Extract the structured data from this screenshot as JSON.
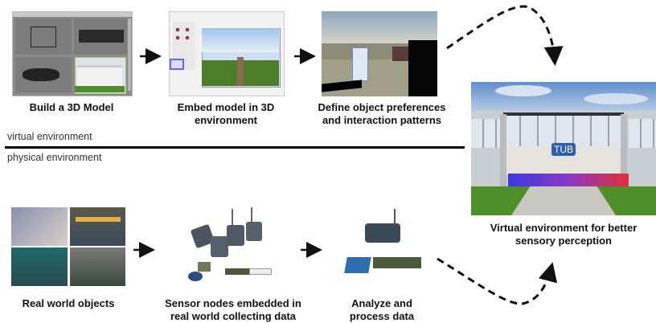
{
  "diagram": {
    "virtual_label": "virtual environment",
    "physical_label": "physical environment",
    "steps_virtual": [
      {
        "caption_line1": "Build a 3D Model",
        "caption_line2": "",
        "image": "3d-modeling-software-screenshot"
      },
      {
        "caption_line1": "Embed model in 3D",
        "caption_line2": "environment",
        "image": "3d-environment-editor-screenshot"
      },
      {
        "caption_line1": "Define object preferences",
        "caption_line2": "and interaction patterns",
        "image": "virtual-scene-interaction-screenshot"
      }
    ],
    "steps_physical": [
      {
        "caption_line1": "Real world objects",
        "caption_line2": "",
        "image": "building-photos-collage"
      },
      {
        "caption_line1": "Sensor nodes embedded in",
        "caption_line2": "real world collecting data",
        "image": "sensor-nodes-photo"
      },
      {
        "caption_line1": "Analyze and",
        "caption_line2": "process data",
        "image": "gateway-devices-photo"
      }
    ],
    "result": {
      "caption_line1": "Virtual environment for better",
      "caption_line2": "sensory perception",
      "sign_text": "TUB",
      "image": "virtual-building-render"
    },
    "colors": {
      "arrow": "#111111",
      "divider": "#000000",
      "grass": "#4f8f2a",
      "sky": "#6f9fd6"
    }
  }
}
